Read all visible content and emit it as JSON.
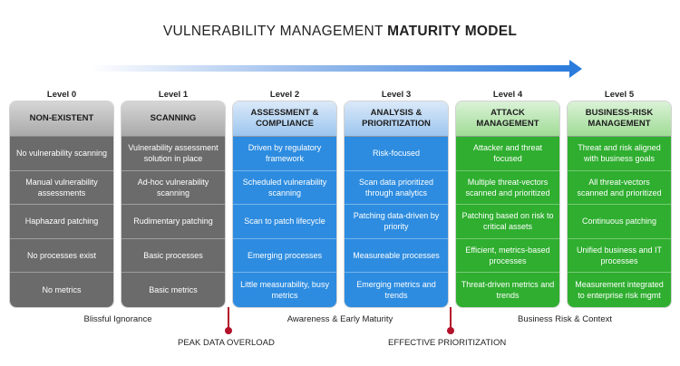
{
  "title": {
    "regular": "VULNERABILITY MANAGEMENT",
    "bold": "MATURITY MODEL"
  },
  "colors": {
    "gray": "#6b6b6b",
    "blue": "#2d8ce0",
    "green": "#2fae2f",
    "arrow": "#2a7bdc",
    "marker": "#b3122a"
  },
  "levels": [
    {
      "level": "Level 0",
      "header": "NON-EXISTENT",
      "color": "gray",
      "cells": [
        "No vulnerability scanning",
        "Manual vulnerability assessments",
        "Haphazard patching",
        "No processes exist",
        "No metrics"
      ]
    },
    {
      "level": "Level 1",
      "header": "SCANNING",
      "color": "gray",
      "cells": [
        "Vulnerability assessment solution in place",
        "Ad-hoc vulnerability scanning",
        "Rudimentary patching",
        "Basic processes",
        "Basic metrics"
      ]
    },
    {
      "level": "Level 2",
      "header": "ASSESSMENT & COMPLIANCE",
      "color": "blue",
      "cells": [
        "Driven by regulatory framework",
        "Scheduled vulnerability scanning",
        "Scan to patch lifecycle",
        "Emerging processes",
        "Little measurability, busy metrics"
      ]
    },
    {
      "level": "Level 3",
      "header": "ANALYSIS & PRIORITIZATION",
      "color": "blue",
      "cells": [
        "Risk-focused",
        "Scan data prioritized through analytics",
        "Patching data-driven by priority",
        "Measureable processes",
        "Emerging metrics and trends"
      ]
    },
    {
      "level": "Level 4",
      "header": "ATTACK MANAGEMENT",
      "color": "green",
      "cells": [
        "Attacker and threat focused",
        "Multiple threat-vectors scanned and prioritized",
        "Patching based on risk to critical assets",
        "Efficient, metrics-based processes",
        "Threat-driven metrics and trends"
      ]
    },
    {
      "level": "Level 5",
      "header": "BUSINESS-RISK MANAGEMENT",
      "color": "green",
      "cells": [
        "Threat and risk aligned with business goals",
        "All threat-vectors scanned and prioritized",
        "Continuous patching",
        "Unified business and IT processes",
        "Measurement integrated to enterprise risk mgmt"
      ]
    }
  ],
  "phases": [
    "Blissful Ignorance",
    "Awareness & Early Maturity",
    "Business Risk & Context"
  ],
  "markers": [
    "PEAK DATA OVERLOAD",
    "EFFECTIVE PRIORITIZATION"
  ]
}
